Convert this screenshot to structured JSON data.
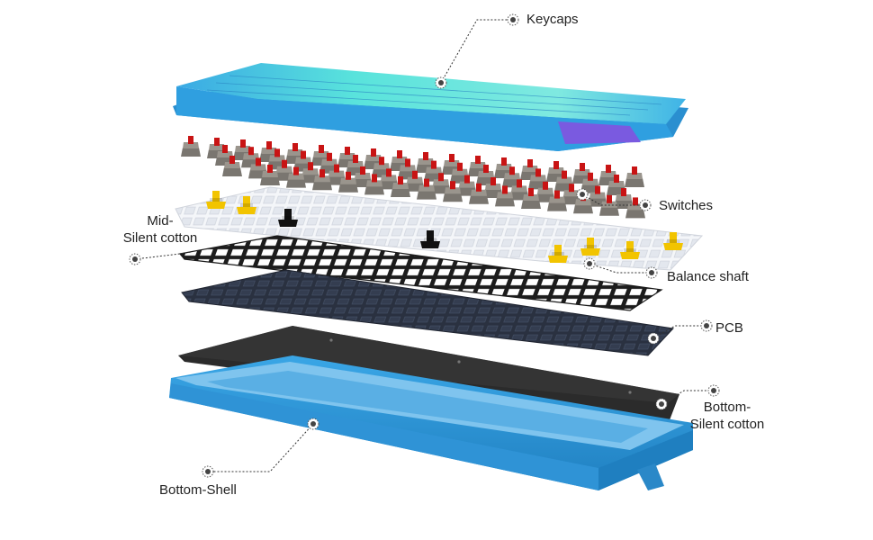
{
  "labels": {
    "keycaps": "Keycaps",
    "switches": "Switches",
    "mid_line1": "Mid-",
    "mid_line2": "Silent cotton",
    "balance_shaft": "Balance shaft",
    "pcb": "PCB",
    "bottom_line1": "Bottom-",
    "bottom_line2": "Silent cotton",
    "bottom_shell": "Bottom-Shell"
  },
  "colors": {
    "keycap_blue": "#2f9fe0",
    "keycap_cyan": "#56e6dc",
    "keycap_purple": "#7a5ae0",
    "switch_red": "#c81414",
    "switch_gray": "#7a7670",
    "plate_white": "#eef0f4",
    "stabilizer_yellow": "#f2c400",
    "foam_black": "#1e1e1e",
    "pcb_navy": "#2a3140",
    "bottom_foam": "#2b2b2b",
    "shell_blue": "#2f93d6",
    "callout_dot": "#444444"
  }
}
